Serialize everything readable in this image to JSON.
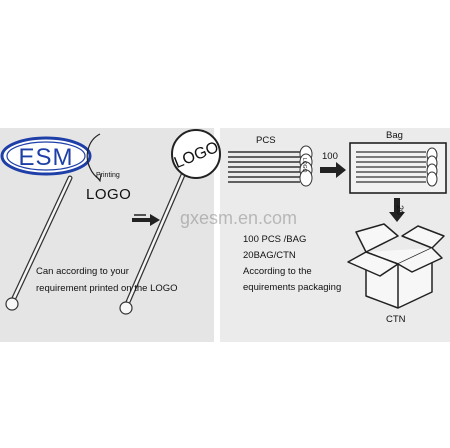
{
  "left_panel": {
    "brand_logo": "ESM",
    "printing_label": "Printing",
    "logo_label": "LOGO",
    "stick_logo_label": "LOGO",
    "caption_line1": "Can according to your",
    "caption_line2": "requirement printed on the LOGO"
  },
  "right_panel": {
    "pcs_label": "PCS",
    "bag_label": "Bag",
    "count_100": "100",
    "count_20": "20",
    "ctn_label": "CTN",
    "info_line1": "100 PCS /BAG",
    "info_line2": "20BAG/CTN",
    "info_line3": "According to the",
    "info_line4": "equirements packaging",
    "stick_head_text": "LOGO"
  },
  "watermark": "gxesm.en.com",
  "colors": {
    "left_bg": "#e5e5e5",
    "right_bg": "#ebebeb",
    "brand_blue": "#1e3fa8",
    "line": "#222222"
  }
}
